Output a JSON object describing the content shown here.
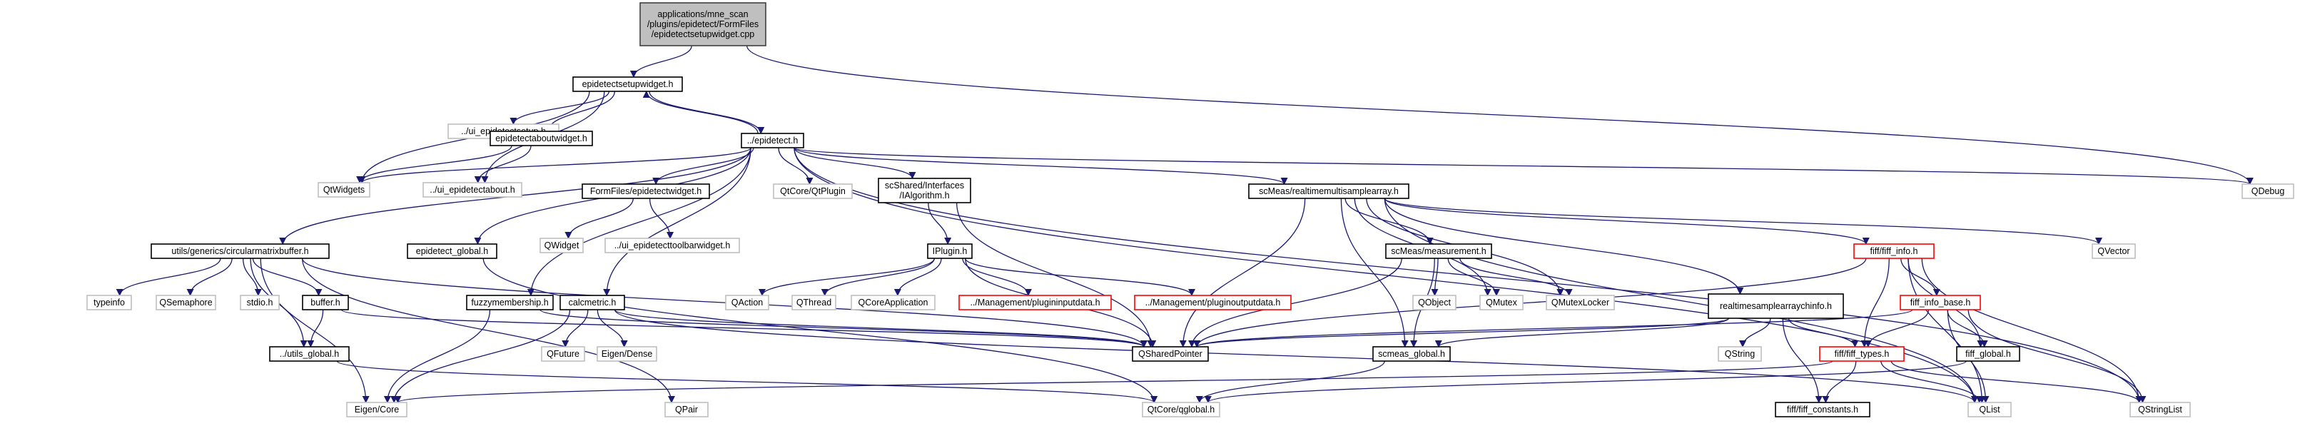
{
  "colors": {
    "edge": "#191970",
    "box_normal": "#000000",
    "box_missing": "#bfbfbf",
    "box_error": "#ff0000",
    "box_root_fill": "#bfbfbf",
    "text": "#000000"
  },
  "nodes": [
    {
      "id": "root",
      "kind": "root",
      "lines": [
        "applications/mne_scan",
        "/plugins/epidetect/FormFiles",
        "/epidetectsetupwidget.cpp"
      ]
    },
    {
      "id": "setupwidget",
      "kind": "normal",
      "lines": [
        "epidetectsetupwidget.h"
      ]
    },
    {
      "id": "ui_setup",
      "kind": "missing",
      "lines": [
        "../ui_epidetectsetup.h"
      ]
    },
    {
      "id": "aboutwidget",
      "kind": "normal",
      "lines": [
        "epidetectaboutwidget.h"
      ]
    },
    {
      "id": "epidetect",
      "kind": "normal",
      "lines": [
        "../epidetect.h"
      ]
    },
    {
      "id": "qtwidgets",
      "kind": "missing",
      "lines": [
        "QtWidgets"
      ]
    },
    {
      "id": "ui_about",
      "kind": "missing",
      "lines": [
        "../ui_epidetectabout.h"
      ]
    },
    {
      "id": "epiwidget",
      "kind": "normal",
      "lines": [
        "FormFiles/epidetectwidget.h"
      ]
    },
    {
      "id": "qtplugin",
      "kind": "missing",
      "lines": [
        "QtCore/QtPlugin"
      ]
    },
    {
      "id": "ialgo",
      "kind": "normal",
      "lines": [
        "scShared/Interfaces",
        "/IAlgorithm.h"
      ]
    },
    {
      "id": "rtmsa",
      "kind": "normal",
      "lines": [
        "scMeas/realtimemultisamplearray.h"
      ]
    },
    {
      "id": "qdebug",
      "kind": "missing",
      "lines": [
        "QDebug"
      ]
    },
    {
      "id": "qwidget",
      "kind": "missing",
      "lines": [
        "QWidget"
      ]
    },
    {
      "id": "ui_toolbar",
      "kind": "missing",
      "lines": [
        "../ui_epidetecttoolbarwidget.h"
      ]
    },
    {
      "id": "cmb",
      "kind": "normal",
      "lines": [
        "utils/generics/circularmatrixbuffer.h"
      ]
    },
    {
      "id": "epiglobal",
      "kind": "normal",
      "lines": [
        "epidetect_global.h"
      ]
    },
    {
      "id": "iplugin",
      "kind": "normal",
      "lines": [
        "IPlugin.h"
      ]
    },
    {
      "id": "measurement",
      "kind": "normal",
      "lines": [
        "scMeas/measurement.h"
      ]
    },
    {
      "id": "fiffinfo",
      "kind": "error",
      "lines": [
        "fiff/fiff_info.h"
      ]
    },
    {
      "id": "qvector",
      "kind": "missing",
      "lines": [
        "QVector"
      ]
    },
    {
      "id": "typeinfo",
      "kind": "missing",
      "lines": [
        "typeinfo"
      ]
    },
    {
      "id": "qsemaphore",
      "kind": "missing",
      "lines": [
        "QSemaphore"
      ]
    },
    {
      "id": "stdio",
      "kind": "missing",
      "lines": [
        "stdio.h"
      ]
    },
    {
      "id": "buffer",
      "kind": "normal",
      "lines": [
        "buffer.h"
      ]
    },
    {
      "id": "fuzzy",
      "kind": "normal",
      "lines": [
        "fuzzymembership.h"
      ]
    },
    {
      "id": "calcmetric",
      "kind": "normal",
      "lines": [
        "calcmetric.h"
      ]
    },
    {
      "id": "qaction",
      "kind": "missing",
      "lines": [
        "QAction"
      ]
    },
    {
      "id": "qthread",
      "kind": "missing",
      "lines": [
        "QThread"
      ]
    },
    {
      "id": "qcoreapp",
      "kind": "missing",
      "lines": [
        "QCoreApplication"
      ]
    },
    {
      "id": "plugininput",
      "kind": "error",
      "lines": [
        "../Management/plugininputdata.h"
      ]
    },
    {
      "id": "pluginoutput",
      "kind": "error",
      "lines": [
        "../Management/pluginoutputdata.h"
      ]
    },
    {
      "id": "qobject",
      "kind": "missing",
      "lines": [
        "QObject"
      ]
    },
    {
      "id": "qmutex",
      "kind": "missing",
      "lines": [
        "QMutex"
      ]
    },
    {
      "id": "qmutexlocker",
      "kind": "missing",
      "lines": [
        "QMutexLocker"
      ]
    },
    {
      "id": "rtsci",
      "kind": "normal",
      "lines": [
        "realtimesamplearraychinfo.h"
      ]
    },
    {
      "id": "fiffinfobase",
      "kind": "error",
      "lines": [
        "fiff_info_base.h"
      ]
    },
    {
      "id": "utilsglobal",
      "kind": "normal",
      "lines": [
        "../utils_global.h"
      ]
    },
    {
      "id": "qfuture",
      "kind": "missing",
      "lines": [
        "QFuture"
      ]
    },
    {
      "id": "eigendense",
      "kind": "missing",
      "lines": [
        "Eigen/Dense"
      ]
    },
    {
      "id": "qshared",
      "kind": "normal",
      "lines": [
        "QSharedPointer"
      ]
    },
    {
      "id": "scmeasglobal",
      "kind": "normal",
      "lines": [
        "scmeas_global.h"
      ]
    },
    {
      "id": "qstring",
      "kind": "missing",
      "lines": [
        "QString"
      ]
    },
    {
      "id": "fifftypes",
      "kind": "error",
      "lines": [
        "fiff/fiff_types.h"
      ]
    },
    {
      "id": "fiffglobal",
      "kind": "normal",
      "lines": [
        "fiff_global.h"
      ]
    },
    {
      "id": "eigencore",
      "kind": "missing",
      "lines": [
        "Eigen/Core"
      ]
    },
    {
      "id": "qpair",
      "kind": "missing",
      "lines": [
        "QPair"
      ]
    },
    {
      "id": "qglobal",
      "kind": "missing",
      "lines": [
        "QtCore/qglobal.h"
      ]
    },
    {
      "id": "fiffconst",
      "kind": "normal",
      "lines": [
        "fiff/fiff_constants.h"
      ]
    },
    {
      "id": "qlist",
      "kind": "missing",
      "lines": [
        "QList"
      ]
    },
    {
      "id": "qstringlist",
      "kind": "missing",
      "lines": [
        "QStringList"
      ]
    }
  ]
}
